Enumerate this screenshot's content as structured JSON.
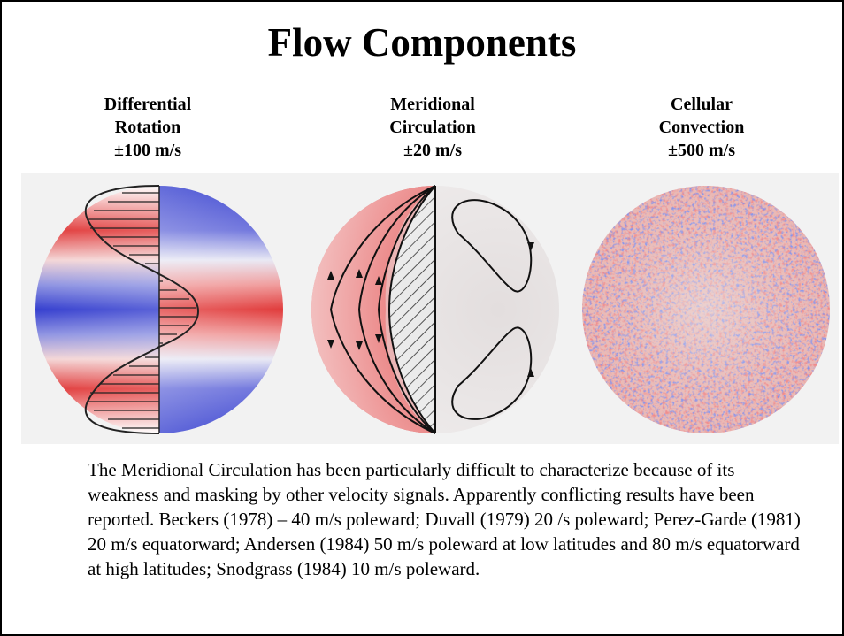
{
  "slide": {
    "title": "Flow Components",
    "panels": [
      {
        "line1": "Differential",
        "line2": "Rotation",
        "line3": "±100 m/s",
        "figure_icon": "differential-rotation-figure"
      },
      {
        "line1": "Meridional",
        "line2": "Circulation",
        "line3": "±20 m/s",
        "figure_icon": "meridional-circulation-figure"
      },
      {
        "line1": "Cellular",
        "line2": "Convection",
        "line3": "±500 m/s",
        "figure_icon": "cellular-convection-figure"
      }
    ],
    "caption": "The Meridional Circulation has been particularly difficult to characterize because of its weakness and masking by other velocity signals. Apparently conflicting results have been reported. Beckers (1978) – 40 m/s poleward; Duvall (1979) 20 /s poleward; Perez-Garde (1981) 20 m/s equatorward; Andersen (1984) 50 m/s poleward at low latitudes and 80 m/s equatorward at high latitudes; Snodgrass (1984) 10 m/s poleward.",
    "colors": {
      "red": "#e03c3c",
      "blue": "#3c46d2",
      "gray": "#e2dede"
    }
  }
}
